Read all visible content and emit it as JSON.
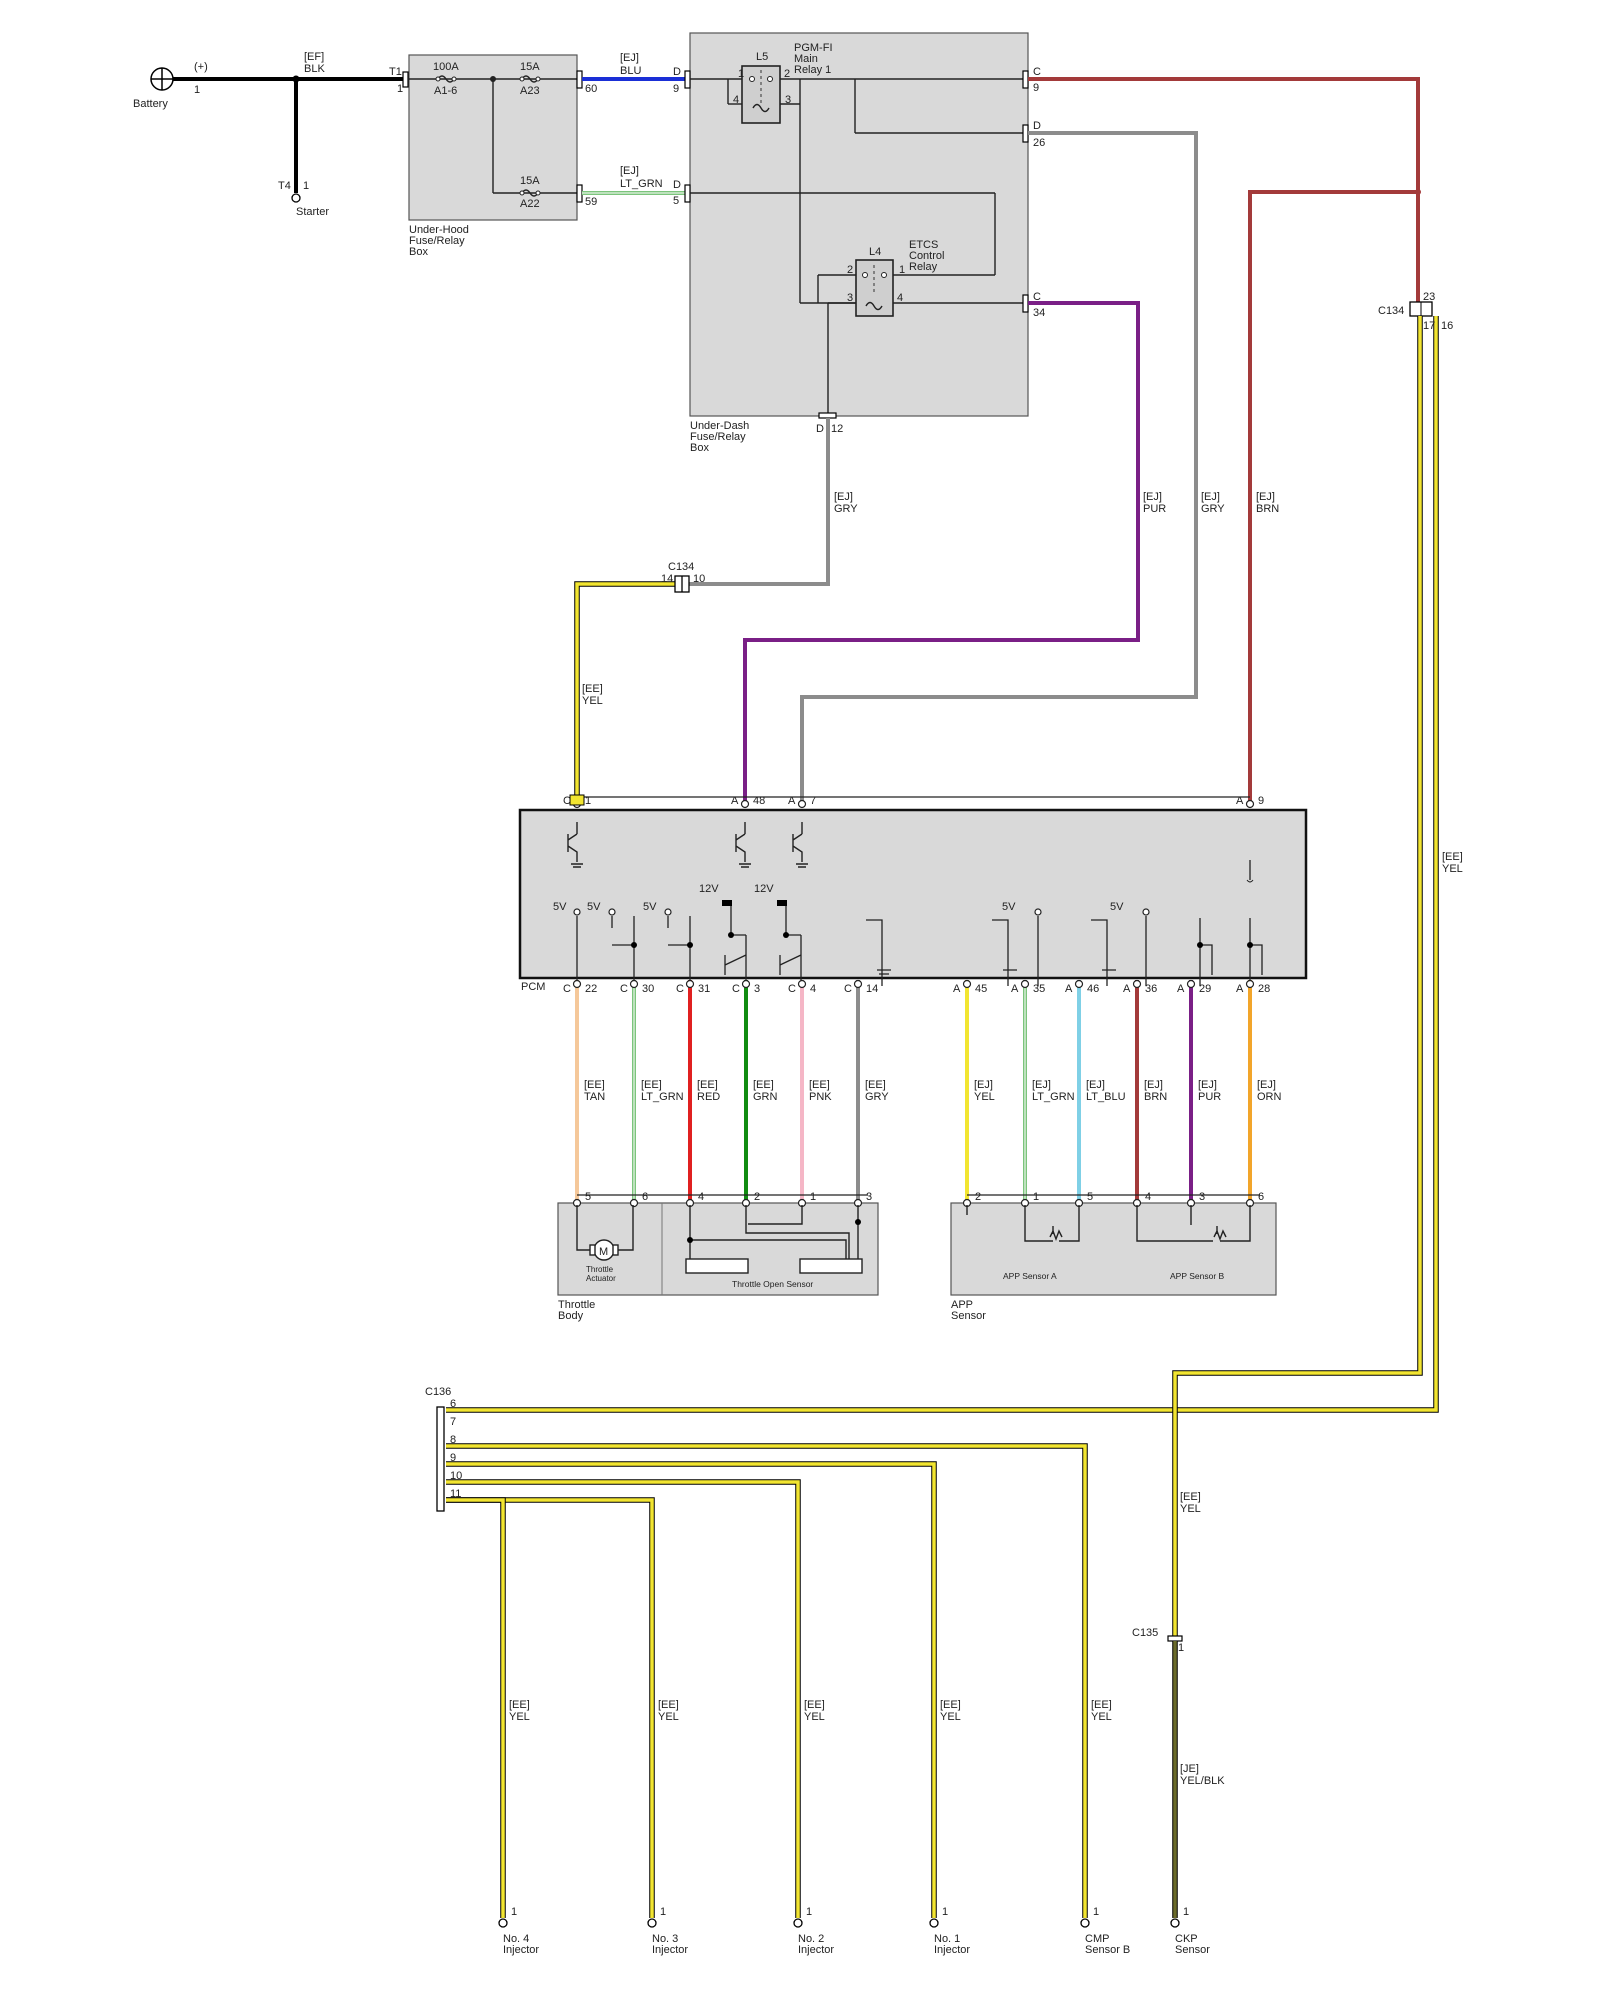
{
  "colors": {
    "BLK": "#111111",
    "BLU": "#1a2fd6",
    "LT_GRN": "#7cc47c",
    "GRY": "#8c8c8c",
    "PUR": "#7a1f86",
    "BRN": "#a33a3a",
    "YEL": "#f2e531",
    "TAN": "#f5c89a",
    "RED": "#e02020",
    "GRN": "#118c11",
    "PNK": "#f5b6c6",
    "LT_BLU": "#7fd0e6",
    "ORN": "#f2a52a",
    "YEL_BLK": "#6b6b2a"
  },
  "battery": {
    "name": "Battery",
    "plus": "(+)",
    "pin": "1",
    "wire_code": "[EF]",
    "wire_color": "BLK"
  },
  "starter": {
    "name": "Starter",
    "conn": "T4",
    "pin": "1"
  },
  "underhood": {
    "name_lines": [
      "Under-Hood",
      "Fuse/Relay",
      "Box"
    ],
    "in_conn": "T1",
    "in_pin": "1",
    "fuses": [
      {
        "rating": "100A",
        "id": "A1-6"
      },
      {
        "rating": "15A",
        "id": "A23"
      },
      {
        "rating": "15A",
        "id": "A22"
      }
    ],
    "out_pins": [
      "60",
      "59"
    ]
  },
  "wires_top": [
    {
      "code": "[EJ]",
      "color": "BLU",
      "from_pin": "60",
      "to_conn": "D",
      "to_pin": "9"
    },
    {
      "code": "[EJ]",
      "color": "LT_GRN",
      "from_pin": "59",
      "to_conn": "D",
      "to_pin": "5"
    }
  ],
  "underdash": {
    "name_lines": [
      "Under-Dash",
      "Fuse/Relay",
      "Box"
    ],
    "relay_main": {
      "id": "L5",
      "name_lines": [
        "PGM-FI",
        "Main",
        "Relay 1"
      ],
      "pins": [
        "1",
        "2",
        "3",
        "4"
      ]
    },
    "relay_etcs": {
      "id": "L4",
      "name_lines": [
        "ETCS",
        "Control",
        "Relay"
      ],
      "pins": [
        "1",
        "2",
        "3",
        "4"
      ]
    },
    "outputs": [
      {
        "conn": "C",
        "pin": "9"
      },
      {
        "conn": "D",
        "pin": "26"
      },
      {
        "conn": "C",
        "pin": "34"
      },
      {
        "conn": "D",
        "pin": "12"
      }
    ]
  },
  "c134": {
    "name": "C134",
    "pins_left": [
      "14",
      "10"
    ],
    "pins_right": [
      "23",
      "17",
      "16"
    ]
  },
  "wire_labels": {
    "gry_d12": {
      "code": "[EJ]",
      "color": "GRY"
    },
    "yel_c1": {
      "code": "[EE]",
      "color": "YEL"
    },
    "pur": {
      "code": "[EJ]",
      "color": "PUR"
    },
    "gry26": {
      "code": "[EJ]",
      "color": "GRY"
    },
    "brn": {
      "code": "[EJ]",
      "color": "BRN"
    },
    "yel_right": {
      "code": "[EE]",
      "color": "YEL"
    },
    "yel_ckp_top": {
      "code": "[EE]",
      "color": "YEL"
    },
    "yel_blk": {
      "code": "[JE]",
      "color": "YEL/BLK"
    }
  },
  "pcm": {
    "name": "PCM",
    "top_pins": [
      {
        "conn": "C",
        "pin": "1"
      },
      {
        "conn": "A",
        "pin": "48"
      },
      {
        "conn": "A",
        "pin": "7"
      },
      {
        "conn": "A",
        "pin": "9"
      }
    ],
    "supply_labels": [
      "5V",
      "5V",
      "5V",
      "12V",
      "12V",
      "5V",
      "5V"
    ],
    "bottom_pins": [
      {
        "conn": "C",
        "pin": "22",
        "code": "[EE]",
        "color": "TAN",
        "hex": "#f5c89a"
      },
      {
        "conn": "C",
        "pin": "30",
        "code": "[EE]",
        "color": "LT_GRN",
        "hex": "#7cc47c"
      },
      {
        "conn": "C",
        "pin": "31",
        "code": "[EE]",
        "color": "RED",
        "hex": "#e02020"
      },
      {
        "conn": "C",
        "pin": "3",
        "code": "[EE]",
        "color": "GRN",
        "hex": "#118c11"
      },
      {
        "conn": "C",
        "pin": "4",
        "code": "[EE]",
        "color": "PNK",
        "hex": "#f5b6c6"
      },
      {
        "conn": "C",
        "pin": "14",
        "code": "[EE]",
        "color": "GRY",
        "hex": "#8c8c8c"
      },
      {
        "conn": "A",
        "pin": "45",
        "code": "[EJ]",
        "color": "YEL",
        "hex": "#f2e531"
      },
      {
        "conn": "A",
        "pin": "35",
        "code": "[EJ]",
        "color": "LT_GRN",
        "hex": "#7cc47c"
      },
      {
        "conn": "A",
        "pin": "46",
        "code": "[EJ]",
        "color": "LT_BLU",
        "hex": "#7fd0e6"
      },
      {
        "conn": "A",
        "pin": "36",
        "code": "[EJ]",
        "color": "BRN",
        "hex": "#a33a3a"
      },
      {
        "conn": "A",
        "pin": "29",
        "code": "[EJ]",
        "color": "PUR",
        "hex": "#7a1f86"
      },
      {
        "conn": "A",
        "pin": "28",
        "code": "[EJ]",
        "color": "ORN",
        "hex": "#f2a52a"
      }
    ]
  },
  "throttle_body": {
    "name_lines": [
      "Throttle",
      "Body"
    ],
    "actuator_lines": [
      "Throttle",
      "Actuator"
    ],
    "tp_sensor": "Throttle Open Sensor",
    "pins": [
      "5",
      "6",
      "4",
      "2",
      "1",
      "3"
    ]
  },
  "app_sensor": {
    "name_lines": [
      "APP",
      "Sensor"
    ],
    "sub_a": "APP Sensor A",
    "sub_b": "APP Sensor B",
    "pins": [
      "2",
      "1",
      "5",
      "4",
      "3",
      "6"
    ]
  },
  "c136": {
    "name": "C136",
    "pins": [
      "6",
      "7",
      "8",
      "9",
      "10",
      "11"
    ]
  },
  "c135": {
    "name": "C135",
    "pin": "1"
  },
  "bottom_devices": [
    {
      "name_lines": [
        "No. 4",
        "Injector"
      ],
      "pin": "1",
      "code": "[EE]",
      "color": "YEL"
    },
    {
      "name_lines": [
        "No. 3",
        "Injector"
      ],
      "pin": "1",
      "code": "[EE]",
      "color": "YEL"
    },
    {
      "name_lines": [
        "No. 2",
        "Injector"
      ],
      "pin": "1",
      "code": "[EE]",
      "color": "YEL"
    },
    {
      "name_lines": [
        "No. 1",
        "Injector"
      ],
      "pin": "1",
      "code": "[EE]",
      "color": "YEL"
    },
    {
      "name_lines": [
        "CMP",
        "Sensor B"
      ],
      "pin": "1",
      "code": "[EE]",
      "color": "YEL"
    },
    {
      "name_lines": [
        "CKP",
        "Sensor"
      ],
      "pin": "1"
    }
  ]
}
